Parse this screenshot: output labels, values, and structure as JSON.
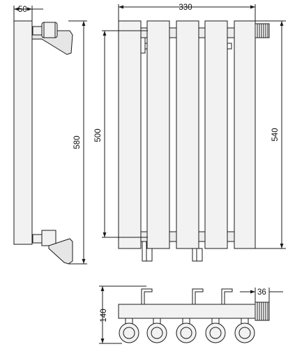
{
  "dimensions": {
    "side_depth": "50",
    "front_width": "330",
    "side_height": "580",
    "pipe_spacing_height": "500",
    "front_height": "540",
    "top_view_depth": "140",
    "valve_offset": "36"
  },
  "colors": {
    "line": "#1a1a1a",
    "panel_fill": "#f2f2f2",
    "bracket_fill": "#e6e6e6",
    "hatch": "#555555"
  }
}
